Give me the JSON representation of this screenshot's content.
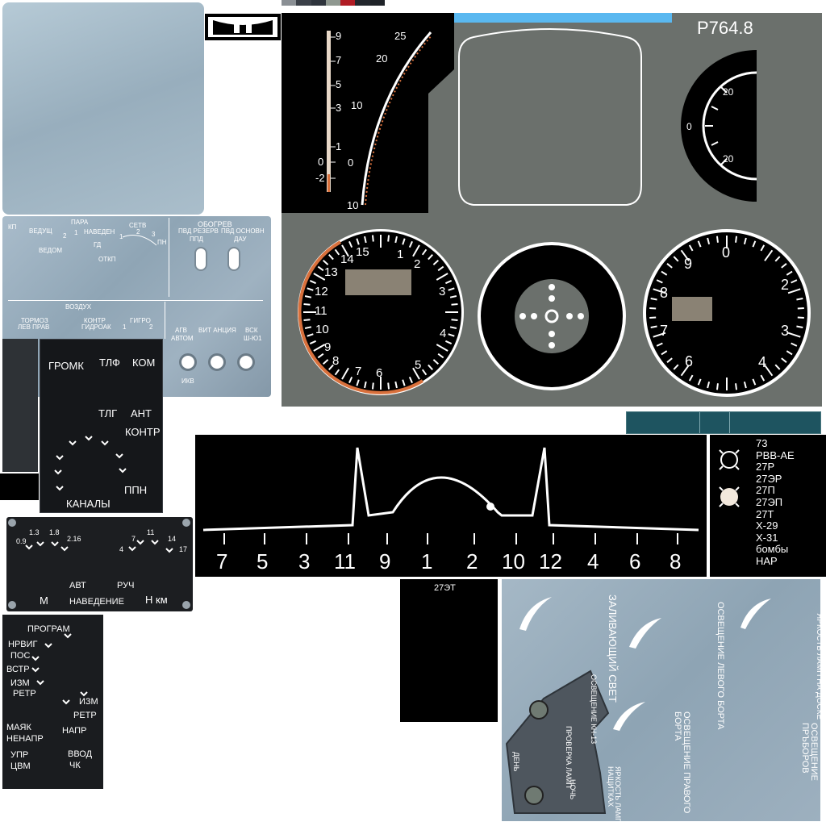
{
  "swatches": [
    "#8a8f94",
    "#3b4048",
    "#2e343c",
    "#8f9890",
    "#b01c24",
    "#22272d",
    "#1e2228"
  ],
  "colors": {
    "blue_bar": "#5ab8f0",
    "teal": "#1e5460",
    "gauge_bg": "#6b706c",
    "orange": "#d8703c",
    "metal": "#9fb2c1"
  },
  "top": {
    "readout": "P764.8"
  },
  "tape_left": {
    "labels": [
      "9",
      "7",
      "5",
      "3",
      "1",
      "0",
      "-2"
    ]
  },
  "tape_arc": {
    "labels": [
      "25",
      "20",
      "10",
      "0",
      "10"
    ]
  },
  "side_gauge": {
    "labels": [
      "20",
      "0",
      "20"
    ]
  },
  "clock_left": {
    "labels": [
      "15",
      "1",
      "2",
      "3",
      "4",
      "5",
      "6",
      "7",
      "8",
      "9",
      "10",
      "11",
      "12",
      "13",
      "14"
    ]
  },
  "clock_right": {
    "labels": [
      "0",
      "2",
      "3",
      "4",
      "6",
      "7",
      "8",
      "9"
    ]
  },
  "panel1": {
    "kp": "КП",
    "vedushch": "ВЕДУЩ",
    "para": "ПАРА",
    "two_a": "2",
    "one_a": "1",
    "naveden": "НАВЕДЕН",
    "setv": "СЕТВ",
    "n1": "1",
    "n2": "2",
    "n3": "3",
    "pn": "ПН",
    "gd": "ГД",
    "vedom": "ВЕДОМ",
    "otkp": "ОТКП",
    "obogrev": "ОБОГРЕВ",
    "pvd_rezerv": "ПВД РЕЗЕРВ",
    "pvd_osnovn": "ПВД ОСНОВН",
    "ppd": "ППД",
    "dau": "ДАУ",
    "vozdukh": "ВОЗДУХ",
    "tormoz": "ТОРМОЗ",
    "lev_prav": "ЛЕВ  ПРАВ",
    "kontr": "КОНТР",
    "gidroak": "ГИДРОАК",
    "gigro": "ГИГРО",
    "g1": "1",
    "g2": "2",
    "agv": "АГВ",
    "avtom": "АВТОМ",
    "vit_antsiya": "ВИТ АНЦИЯ",
    "vsk": "ВСК",
    "shyu1": "Ш-Ю1",
    "ikv": "ИКВ"
  },
  "radio": {
    "gromk": "ГРОМК",
    "tlf": "ТЛФ",
    "kom": "КОМ",
    "tlg": "ТЛГ",
    "ant": "АНТ",
    "kontr": "КОНТР",
    "ppn": "ППН",
    "kanaly": "КАНАЛЫ"
  },
  "altitude_panel": {
    "v09": "0.9",
    "v13": "1.3",
    "v18": "1.8",
    "v216": "2.16",
    "v7": "7",
    "v11": "11",
    "v14": "14",
    "v4": "4",
    "v17": "17",
    "avt": "АВТ",
    "ruch": "РУЧ",
    "m": "М",
    "navedenie": "НАВЕДЕНИЕ",
    "nkm": "Н км"
  },
  "nav_panel": {
    "program": "ПРОГРАМ",
    "nrvig": "НРВИГ",
    "pos": "ПОС",
    "vstr": "ВСТР",
    "izm": "ИЗМ",
    "retr": "РЕТР",
    "izm2": "ИЗМ",
    "retr2": "РЕТР",
    "mayak": "МАЯК",
    "nenapr": "НЕНАПР",
    "napr": "НАПР",
    "upr": "УПР",
    "tsvm": "ЦВМ",
    "vvod": "ВВОД",
    "chk": "ЧК"
  },
  "weapon_scale": {
    "numbers": [
      "7",
      "5",
      "3",
      "11",
      "9",
      "1",
      "2",
      "10",
      "12",
      "4",
      "6",
      "8"
    ]
  },
  "weapon_list": [
    "73",
    "РВВ-АЕ",
    "27Р",
    "27ЭР",
    "27П",
    "27ЭП",
    "27Т",
    "Х-29",
    "Х-31",
    "бомбы",
    "НАР"
  ],
  "label_27et": "27ЭТ",
  "light_panel": {
    "zalivayushchiy": "ЗАЛИВАЮЩИЙ СВЕТ",
    "osv_lev": "ОСВЕЩЕНИЕ ЛЕВОГО БОРТА",
    "yarkost_doske": "ЯРКОСТЬ ЛАМП НА ДОСКЕ",
    "osv_kn13": "ОСВЕЩЕНИЕ КН-13",
    "proverka": "ПРОВЕРКА ЛАМП",
    "den": "ДЕНЬ",
    "osv_prav": "ОСВЕЩЕНИЕ ПРАВОГО БОРТА",
    "osv_priborov": "ОСВЕЩЕНИЕ ПРЪБОРОВ",
    "yarkost_naschitkakh": "ЯРКОСТЬ ЛАМП НАЩИТКАХ",
    "noch": "НОЧЬ"
  }
}
